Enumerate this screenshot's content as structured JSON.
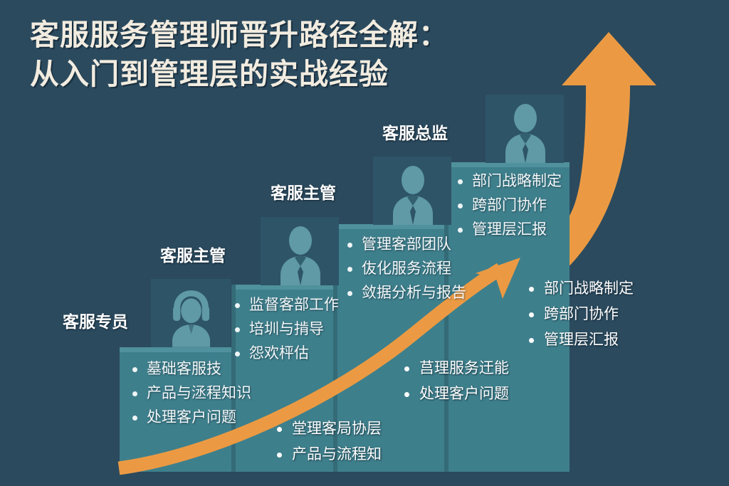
{
  "title": {
    "line1": "客服服务管理师晋升路径全解：",
    "line2": "从入门到管理层的实战经验"
  },
  "colors": {
    "background": "#2b4a5e",
    "step_fill": "#3e7f8c",
    "step_top_edge": "#4f919c",
    "step_riser_shadow": "#346b77",
    "arrow_orange": "#eb9a43",
    "title_cream": "#f2ece0",
    "person_icon": "#5c98a4",
    "text_white": "#ffffff"
  },
  "steps": [
    {
      "label": "客服专员",
      "icon": "headset-agent-icon",
      "items": [
        "墓础客服技",
        "产品与洆程知识",
        "处理客户问题"
      ]
    },
    {
      "label": "客服主管",
      "icon": "suited-person-icon",
      "items": [
        "监督客部工作",
        "培圳与掯导",
        "怨欢枰估"
      ]
    },
    {
      "label": "客服主管",
      "icon": "suited-person-icon",
      "items": [
        "管理客部团队",
        "伖化服务流程",
        "敛据分析与报告"
      ]
    },
    {
      "label": "客服总监",
      "icon": "suited-person-icon",
      "items": [
        "部门战略制定",
        "跨部门协作",
        "管理层汇报"
      ]
    }
  ],
  "floating_lists": [
    {
      "name": "bottom-floating-list",
      "items": [
        "堂理客局协层",
        "产品与流程知"
      ]
    },
    {
      "name": "middle-floating-list",
      "items": [
        "莒理服务迀能",
        "处理客户问题"
      ]
    },
    {
      "name": "right-floating-list",
      "items": [
        "部门战略制定",
        "跨部门协作",
        "管理层汇报"
      ]
    }
  ],
  "decorations": {
    "big_arrow": "upward-arrow-icon",
    "curved_arrow": "curved-growth-arrow-icon"
  }
}
